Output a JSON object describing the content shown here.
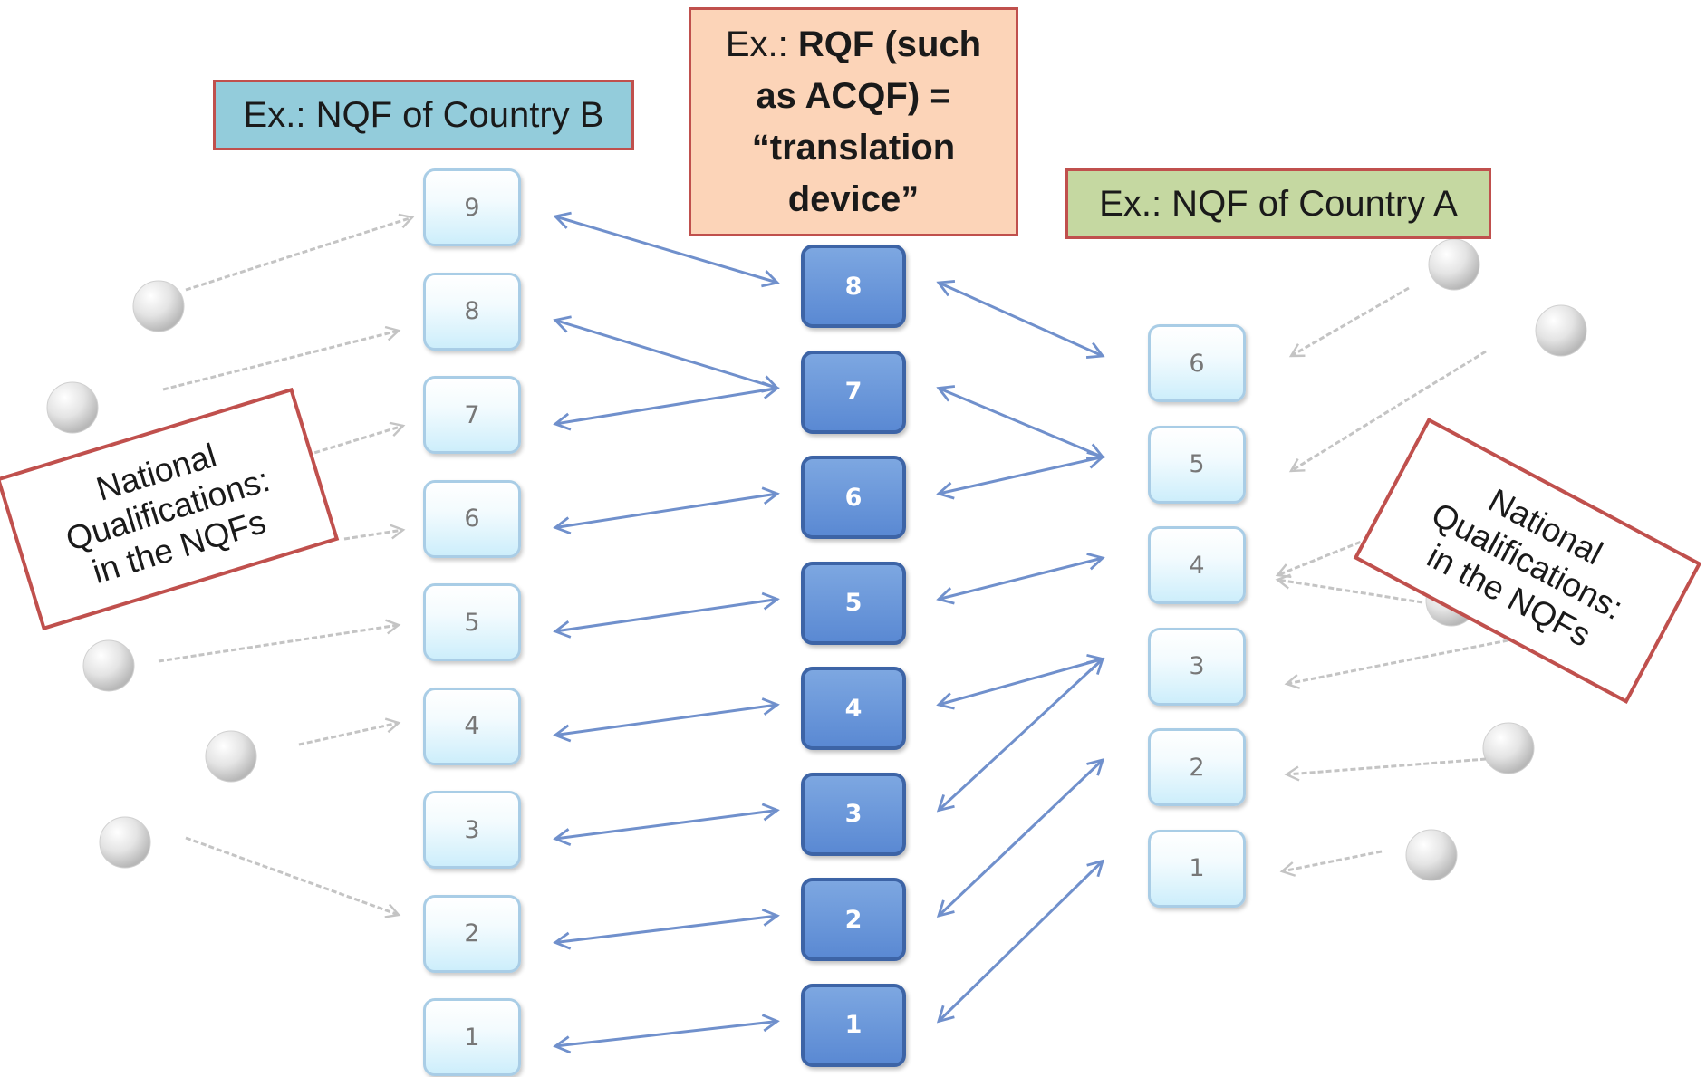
{
  "country_b": {
    "tag": "Ex.: NQF of Country B",
    "levels": [
      "9",
      "8",
      "7",
      "6",
      "5",
      "4",
      "3",
      "2",
      "1"
    ],
    "note_lines": [
      "National",
      "Qualifications:",
      "in the NQFs"
    ]
  },
  "rqf": {
    "tag_prefix": "Ex.: ",
    "tag_bold_lines": [
      "RQF (such",
      "as ACQF) =",
      "“translation",
      "device”"
    ],
    "levels": [
      "8",
      "7",
      "6",
      "5",
      "4",
      "3",
      "2",
      "1"
    ]
  },
  "country_a": {
    "tag": "Ex.: NQF of Country A",
    "levels": [
      "6",
      "5",
      "4",
      "3",
      "2",
      "1"
    ],
    "note_lines": [
      "National",
      "Qualifications:",
      "in the NQFs"
    ]
  },
  "links_b_to_rqf": [
    [
      "9",
      "8"
    ],
    [
      "8",
      "7"
    ],
    [
      "7",
      "7"
    ],
    [
      "6",
      "6"
    ],
    [
      "5",
      "5"
    ],
    [
      "4",
      "4"
    ],
    [
      "3",
      "3"
    ],
    [
      "2",
      "2"
    ],
    [
      "1",
      "1"
    ]
  ],
  "links_rqf_to_a": [
    [
      "8",
      "6"
    ],
    [
      "7",
      "5"
    ],
    [
      "6",
      "5"
    ],
    [
      "5",
      "4"
    ],
    [
      "4",
      "3"
    ],
    [
      "3",
      "3"
    ],
    [
      "2",
      "2"
    ],
    [
      "1",
      "1"
    ]
  ],
  "colors": {
    "arrow": "#7090cc",
    "input_arrow": "#c4c4c4",
    "tag_border": "#c0504d"
  }
}
